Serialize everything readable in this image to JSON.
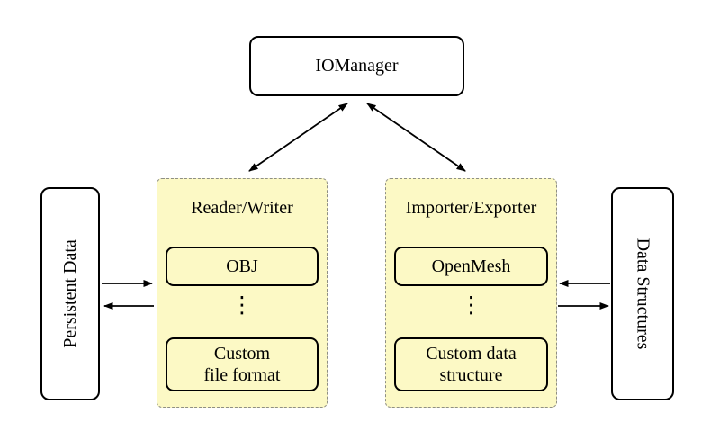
{
  "nodes": {
    "io_manager": {
      "label": "IOManager"
    },
    "persistent_data": {
      "label": "Persistent Data"
    },
    "data_structures": {
      "label": "Data Structures"
    },
    "reader_writer": {
      "title": "Reader/Writer",
      "ellipsis": "⋮",
      "items": [
        {
          "lines": [
            "OBJ"
          ]
        },
        {
          "lines": [
            "Custom",
            "file format"
          ]
        }
      ]
    },
    "importer_exporter": {
      "title": "Importer/Exporter",
      "ellipsis": "⋮",
      "items": [
        {
          "lines": [
            "OpenMesh"
          ]
        },
        {
          "lines": [
            "Custom data",
            "structure"
          ]
        }
      ]
    }
  },
  "connections": [
    {
      "from": "IOManager",
      "to": "Reader/Writer",
      "type": "bidirectional"
    },
    {
      "from": "IOManager",
      "to": "Importer/Exporter",
      "type": "bidirectional"
    },
    {
      "from": "Persistent Data",
      "to": "Reader/Writer",
      "type": "single"
    },
    {
      "from": "Reader/Writer",
      "to": "Persistent Data",
      "type": "single"
    },
    {
      "from": "Data Structures",
      "to": "Importer/Exporter",
      "type": "single"
    },
    {
      "from": "Importer/Exporter",
      "to": "Data Structures",
      "type": "single"
    }
  ],
  "colors": {
    "group_fill": "#fcf9c5",
    "group_border": "#8f8f85",
    "node_border": "#000000",
    "node_fill": "#ffffff",
    "arrow": "#000000"
  }
}
